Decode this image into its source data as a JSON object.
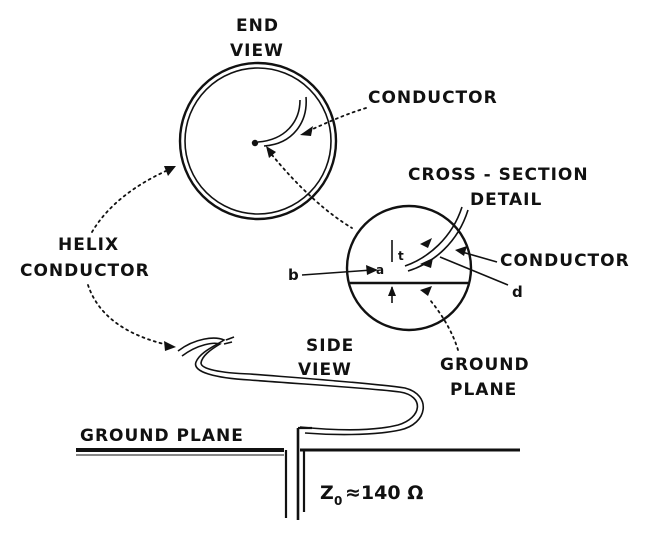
{
  "labels": {
    "end_view": [
      "END",
      "VIEW"
    ],
    "conductor_top": "CONDUCTOR",
    "cross_section_detail": [
      "CROSS - SECTION",
      "DETAIL"
    ],
    "conductor_detail": "CONDUCTOR",
    "helix_conductor": [
      "HELIX",
      "CONDUCTOR"
    ],
    "side_view": [
      "SIDE",
      "VIEW"
    ],
    "ground_plane_detail": [
      "GROUND",
      "PLANE"
    ],
    "ground_plane_bottom": "GROUND PLANE",
    "symbol_b": "b",
    "symbol_d": "d",
    "symbol_t": "t",
    "symbol_a": "a",
    "impedance_z": "Z",
    "impedance_sub": "0",
    "impedance_value": "≈140 Ω"
  }
}
